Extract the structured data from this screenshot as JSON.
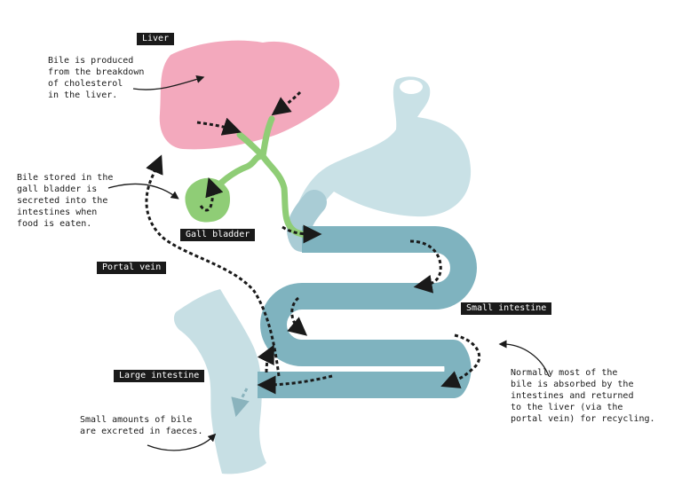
{
  "labels": {
    "liver": "Liver",
    "gall_bladder": "Gall bladder",
    "portal_vein": "Portal vein",
    "small_intestine": "Small intestine",
    "large_intestine": "Large intestine"
  },
  "annotations": {
    "bile_produced": [
      "Bile is produced",
      "from the breakdown",
      "of cholesterol",
      "in the liver."
    ],
    "bile_stored": [
      "Bile stored in the",
      "gall bladder is",
      "secreted into the",
      "intestines when",
      "food is eaten."
    ],
    "bile_absorbed": [
      "Normally most of the",
      "bile is absorbed by the",
      "intestines and returned",
      "to the liver (via the",
      "portal vein) for recycling."
    ],
    "bile_excreted": [
      "Small amounts of bile",
      "are excreted in faeces."
    ]
  },
  "colors": {
    "liver": "#f3a9bd",
    "gall_bladder": "#8fcd76",
    "stomach": "#c9e1e6",
    "small_intestine": "#7fb3bf",
    "small_intestine_upper": "#a9ccd5",
    "large_intestine": "#c7dfe4",
    "label_bg": "#1a1a1a",
    "text": "#1a1a1a"
  }
}
